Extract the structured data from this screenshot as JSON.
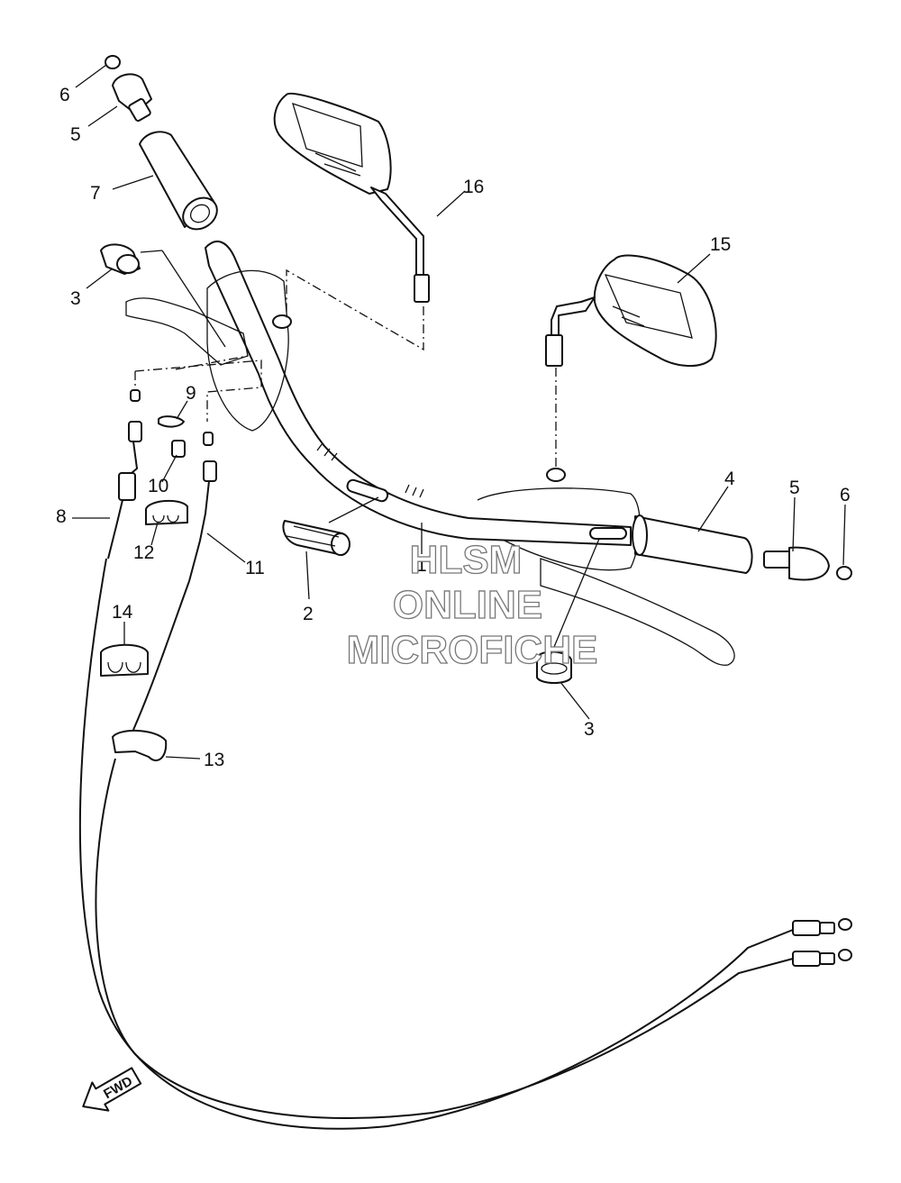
{
  "callouts": {
    "c1": "1",
    "c2": "2",
    "c3a": "3",
    "c3b": "3",
    "c4": "4",
    "c5a": "5",
    "c5b": "5",
    "c6a": "6",
    "c6b": "6",
    "c7": "7",
    "c8": "8",
    "c9": "9",
    "c10": "10",
    "c11": "11",
    "c12": "12",
    "c13": "13",
    "c14": "14",
    "c15": "15",
    "c16": "16"
  },
  "watermark": {
    "line1": "HLSM",
    "line2": "ONLINE",
    "line3": "MICROFICHE"
  },
  "fwd_label": "FWD"
}
